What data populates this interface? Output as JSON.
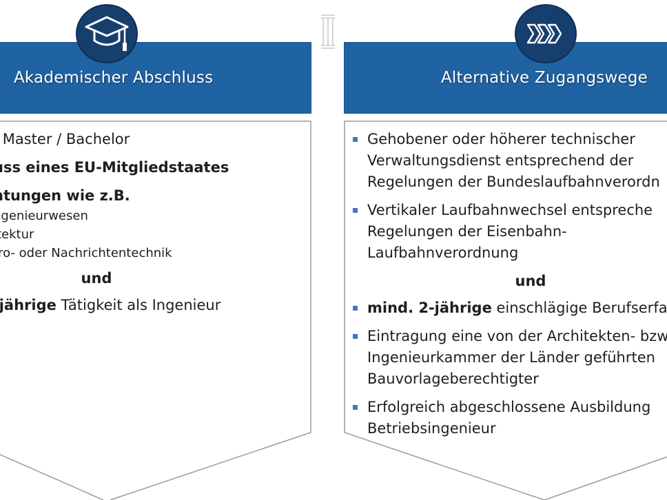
{
  "left": {
    "title": "Akademischer Abschluss",
    "lines": [
      "/ Master / Bachelor",
      "uss eines EU-Mitgliedstaates",
      "htungen wie z.B."
    ],
    "sub_items": [
      "ngenieurwesen",
      "itektur",
      "tro- oder Nachrichtentechnik"
    ],
    "und": "und",
    "last_bold": "-jährige",
    "last_rest": " Tätigkeit als Ingenieur"
  },
  "right": {
    "title": "Alternative Zugangswege",
    "bullets_before": [
      {
        "lines": [
          "Gehobener oder höherer technischer",
          "Verwaltungsdienst entsprechend der",
          "Regelungen der Bundeslaufbahnverordn"
        ]
      },
      {
        "lines": [
          "Vertikaler Laufbahnwechsel entspreche",
          "Regelungen der Eisenbahn-",
          "Laufbahnverordnung"
        ]
      }
    ],
    "und": "und",
    "bullet_bold": "mind. 2-jährige",
    "bullet_bold_rest": " einschlägige Berufserfa",
    "bullets_after": [
      {
        "lines": [
          "Eintragung eine von der Architekten- bzw",
          "Ingenieurkammer der Länder geführten",
          "Bauvorlageberechtigter"
        ]
      },
      {
        "lines": [
          "Erfolgreich abgeschlossene Ausbildung",
          "Betriebsingenieur"
        ]
      }
    ]
  },
  "colors": {
    "header_blue": "#2063a3",
    "circle_blue": "#173f6e",
    "bullet_blue": "#3f77c4"
  },
  "icons": {
    "left": "graduation-cap-icon",
    "right": "chevrons-right-icon",
    "divider": "column-divider-icon"
  }
}
